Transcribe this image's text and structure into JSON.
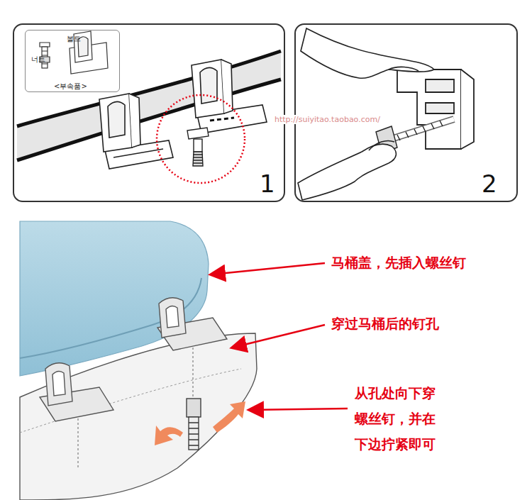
{
  "diagram": {
    "nodes": [
      {
        "text": [
          "1"
        ]
      },
      {
        "text": [
          "볼트",
          "너트",
          "<부속품>"
        ],
        "in": 0
      },
      {
        "text": [
          "2"
        ]
      }
    ],
    "labels": [
      "马桶盖，先插入螺丝钉",
      "穿过马桶后的钉孔",
      "从孔处向下穿 螺丝钉，并在 下边拧紧即可",
      "http://suiyitao.taobao.com/"
    ]
  }
}
